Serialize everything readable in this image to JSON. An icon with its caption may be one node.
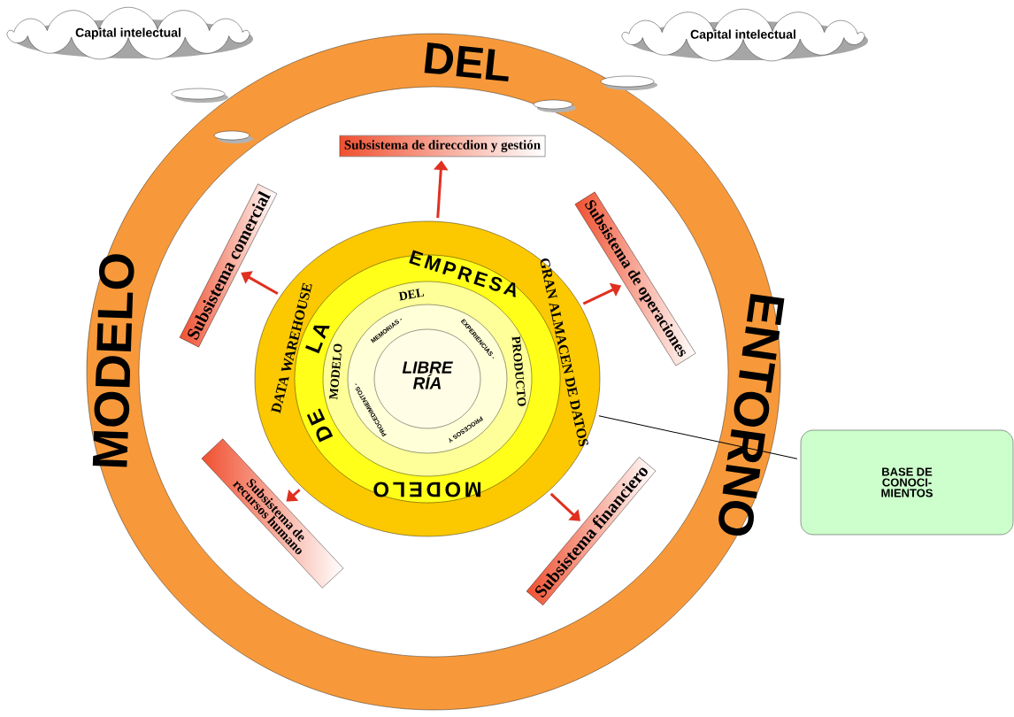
{
  "diagram": {
    "nodes": [
      {
        "text": [
          "Capital intelectual"
        ]
      },
      {
        "text": [
          "Capital intelectual"
        ]
      },
      {
        "text": [
          "MODELO",
          "DEL",
          "ENTORNO"
        ]
      },
      {
        "text": [
          "Subsistema de direccdion y gestión"
        ],
        "in": 2
      },
      {
        "text": [
          "Subsistema comercial"
        ],
        "in": 2
      },
      {
        "text": [
          "Subsistema de operaciones"
        ],
        "in": 2
      },
      {
        "text": [
          "Subsistema de recursos humano"
        ],
        "in": 2
      },
      {
        "text": [
          "Subsistema financiero"
        ],
        "in": 2
      },
      {
        "text": [
          "DATA WAREHOUSE",
          "GRAN ALMACEN DE DATOS"
        ],
        "in": 2
      },
      {
        "text": [
          "MODELO",
          "DE",
          "LA",
          "EMPRESA"
        ],
        "in": 8
      },
      {
        "text": [
          "MODELO",
          "DEL",
          "PRODUCTO"
        ],
        "in": 9
      },
      {
        "text": [
          "MEMORIAS -",
          "EXPERIENCIAS -",
          "PROCESOS Y",
          "PROCEDIMIENTOS -"
        ],
        "in": 10
      },
      {
        "text": [
          "LIBRE RÍA"
        ],
        "in": 11
      },
      {
        "text": [
          "BASE DE CONOCI- MIENTOS"
        ]
      }
    ],
    "edges": [
      {
        "from": 8,
        "to": 3,
        "arrow": "to"
      },
      {
        "from": 8,
        "to": 4,
        "arrow": "to"
      },
      {
        "from": 8,
        "to": 5,
        "arrow": "to"
      },
      {
        "from": 8,
        "to": 6,
        "arrow": "to"
      },
      {
        "from": 8,
        "to": 7,
        "arrow": "to"
      },
      {
        "from": 13,
        "to": 8,
        "arrow": "none",
        "color": "#000000"
      }
    ]
  }
}
